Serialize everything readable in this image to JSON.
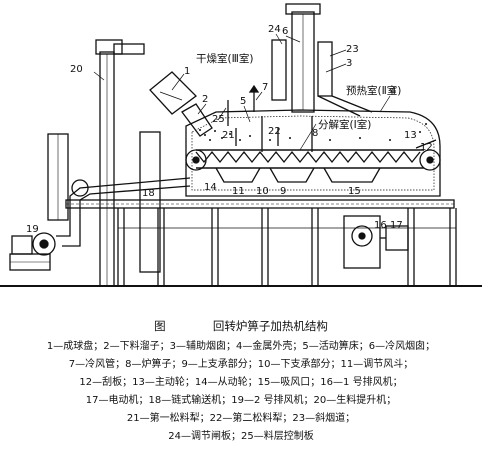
{
  "figure": {
    "label": "图",
    "title": "回转炉箅子加热机结构"
  },
  "labels": {
    "drying_room": "干燥室(Ⅲ室)",
    "preheat_room": "预热室(Ⅱ室)",
    "decompose_room": "分解室(Ⅰ室)",
    "n1": "1",
    "n2": "2",
    "n3": "3",
    "n4": "4",
    "n5": "5",
    "n6": "6",
    "n7": "7",
    "n8": "8",
    "n9": "9",
    "n10": "10",
    "n11": "11",
    "n12": "12",
    "n13": "13",
    "n14": "14",
    "n15": "15",
    "n16": "16",
    "n17": "17",
    "n18": "18",
    "n19": "19",
    "n20": "20",
    "n21": "21",
    "n22": "22",
    "n23": "23",
    "n24": "24",
    "n25": "25"
  },
  "legend": {
    "line1": "1—成球盘；2—下料溜子；3—辅助烟囱；4—金属外壳；5—活动箅床；6—冷风烟囱；",
    "line2": "7—冷风管；8—炉箅子；9—上支承部分；10—下支承部分；11—调节风斗；",
    "line3": "12—刮板；13—主动轮；14—从动轮；15—吸风口；16—1 号排风机；",
    "line4": "17—电动机；18—链式输送机；19—2 号排风机；20—生料提升机；",
    "line5": "21—第一松料犁；22—第二松料犁；23—斜烟道；",
    "line6": "24—调节闸板；25—料层控制板"
  }
}
